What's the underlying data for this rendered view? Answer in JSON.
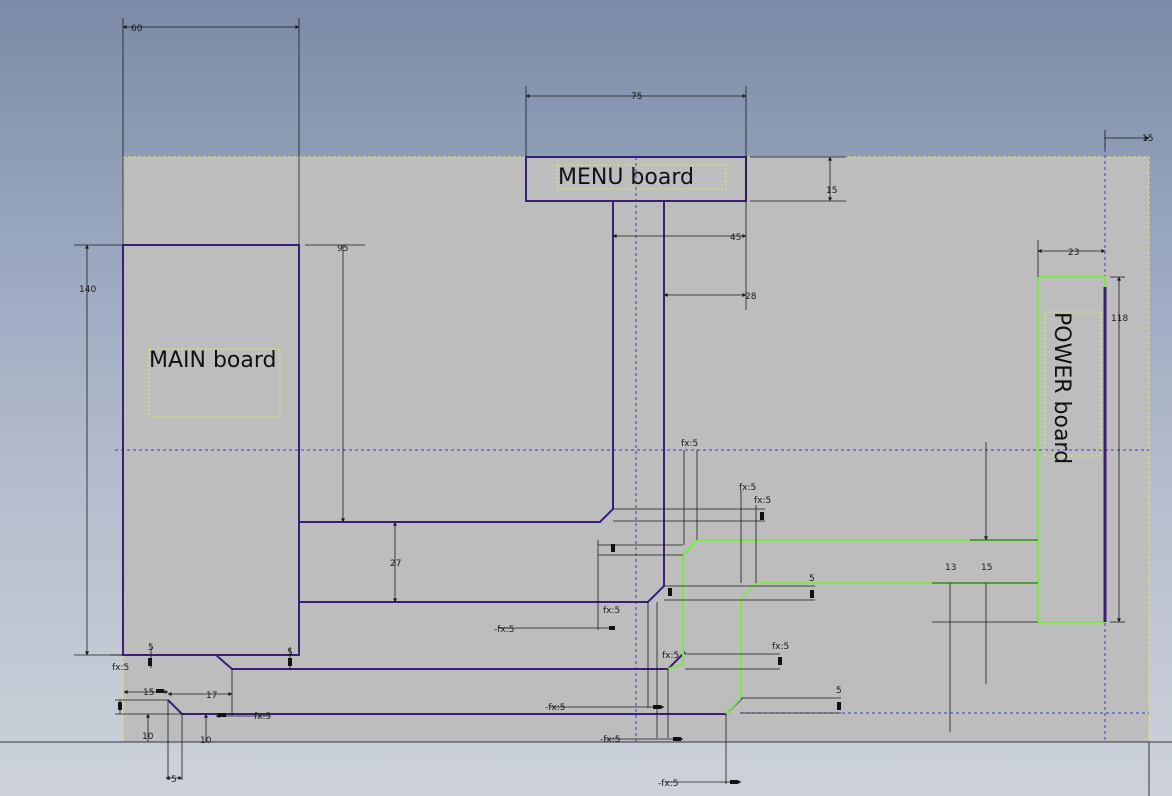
{
  "boards": {
    "main": "MAIN board",
    "menu": "MENU board",
    "power": "POWER board"
  },
  "dimensions": {
    "main_width": "60",
    "menu_width": "75",
    "power_offset": "15",
    "main_height": "140",
    "menu_height": "15",
    "cable_drop": "95",
    "cable_gap": "27",
    "menu_cable_offset": "45",
    "menu_cable_offset2": "28",
    "power_width": "23",
    "power_height": "118",
    "fillet": "fx:5",
    "fillet_neg": "-fx:5",
    "small_5": "5",
    "small_10": "10",
    "small_13": "13",
    "small_15": "15",
    "small_17": "17"
  },
  "colors": {
    "board_outline": "#3a1f7a",
    "power_outline": "#7ce84a",
    "dim_line": "#1a1a1a",
    "sheet": "#bdbdbd",
    "sheet_border": "#e8e85a",
    "centerline": "#3a3acc"
  }
}
